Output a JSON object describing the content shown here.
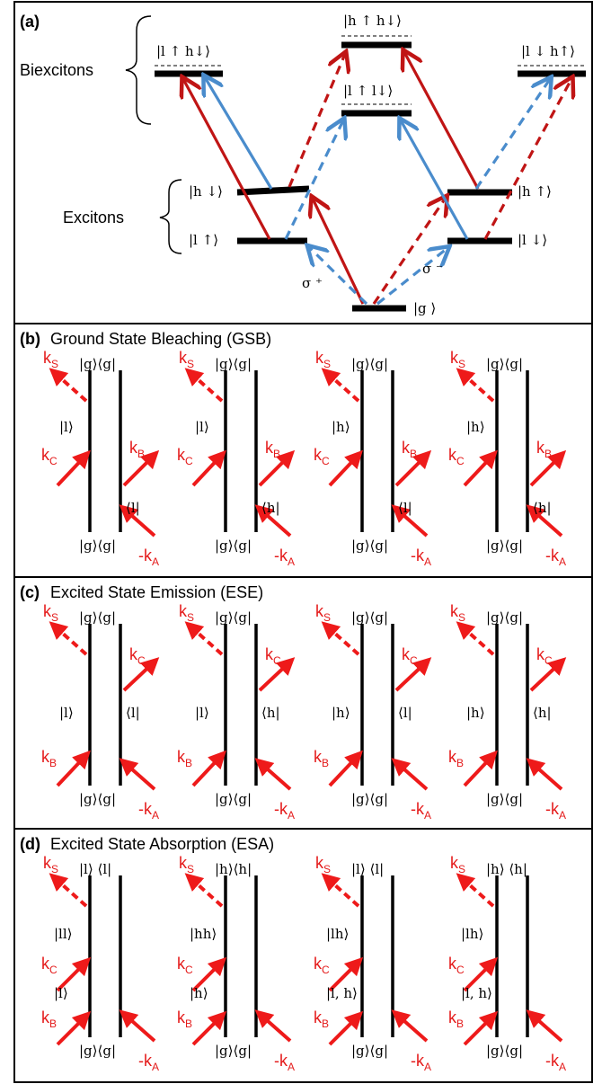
{
  "panel_a": {
    "label": "(a)",
    "biexcitons_label": "Biexcitons",
    "excitons_label": "Excitons",
    "sigma_plus": "σ ⁺",
    "sigma_minus": "σ ⁻",
    "ground": "|g ⟩",
    "exc_h_down": "|h ↓⟩",
    "exc_l_up": "|l ↑⟩",
    "exc_h_up": "|h ↑⟩",
    "exc_l_down": "|l ↓⟩",
    "bx_l_up_h_down": "|l ↑ h↓⟩",
    "bx_h_up_h_down": "|h ↑ h↓⟩",
    "bx_l_up_l_down": "|l ↑ l↓⟩",
    "bx_l_down_h_up": "|l ↓ h↑⟩",
    "colors": {
      "red": "#c01515",
      "blue": "#4a8ccc"
    }
  },
  "panels": [
    {
      "label": "(b)",
      "title": "Ground State Bleaching (GSB)",
      "diagrams": [
        {
          "top": "|g⟩⟨g|",
          "bottom": "|g⟩⟨g|",
          "left": "|l⟩",
          "right": "⟨l|"
        },
        {
          "top": "|g⟩⟨g|",
          "bottom": "|g⟩⟨g|",
          "left": "|l⟩",
          "right": "⟨h|"
        },
        {
          "top": "|g⟩⟨g|",
          "bottom": "|g⟩⟨g|",
          "left": "|h⟩",
          "right": "⟨l|"
        },
        {
          "top": "|g⟩⟨g|",
          "bottom": "|g⟩⟨g|",
          "left": "|h⟩",
          "right": "⟨h|"
        }
      ]
    },
    {
      "label": "(c)",
      "title": "Excited State Emission (ESE)",
      "diagrams": [
        {
          "top": "|g⟩⟨g|",
          "bottom": "|g⟩⟨g|",
          "left": "|l⟩",
          "right": "⟨l|"
        },
        {
          "top": "|g⟩⟨g|",
          "bottom": "|g⟩⟨g|",
          "left": "|l⟩",
          "right": "⟨h|"
        },
        {
          "top": "|g⟩⟨g|",
          "bottom": "|g⟩⟨g|",
          "left": "|h⟩",
          "right": "⟨l|"
        },
        {
          "top": "|g⟩⟨g|",
          "bottom": "|g⟩⟨g|",
          "left": "|h⟩",
          "right": "⟨h|"
        }
      ]
    },
    {
      "label": "(d)",
      "title": "Excited State Absorption (ESA)",
      "diagrams": [
        {
          "top": "|l⟩ ⟨l|",
          "bottom": "|g⟩⟨g|",
          "mid": "|ll⟩",
          "low": "|l⟩"
        },
        {
          "top": "|h⟩⟨h|",
          "bottom": "|g⟩⟨g|",
          "mid": "|hh⟩",
          "low": "|h⟩"
        },
        {
          "top": "|l⟩ ⟨l|",
          "bottom": "|g⟩⟨g|",
          "mid": "|lh⟩",
          "low": "|l, h⟩"
        },
        {
          "top": "|h⟩ ⟨h|",
          "bottom": "|g⟩⟨g|",
          "mid": "|lh⟩",
          "low": "|l, h⟩"
        }
      ]
    }
  ],
  "wavevectors": {
    "ks": "k",
    "ks_sub": "S",
    "kc": "k",
    "kc_sub": "C",
    "kb": "k",
    "kb_sub": "B",
    "ka": "-k",
    "ka_sub": "A"
  }
}
